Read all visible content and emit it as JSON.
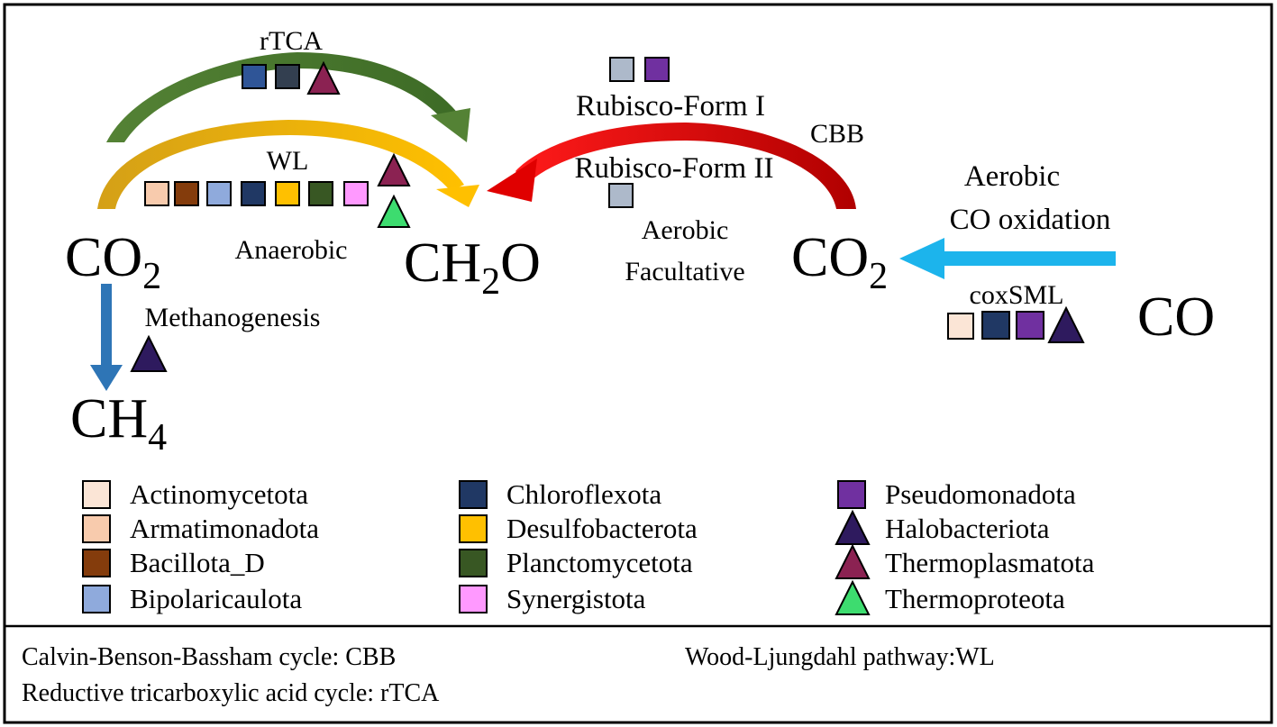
{
  "pathways": {
    "rtca": "rTCA",
    "wl": "WL",
    "rubisco_form_1": "Rubisco-Form I",
    "rubisco_form_2": "Rubisco-Form II",
    "cbb": "CBB",
    "aerobic_co_line1": "Aerobic",
    "aerobic_co_line2": "CO oxidation",
    "coxsml": "coxSML",
    "methanogenesis": "Methanogenesis"
  },
  "compounds": {
    "co2_left_main": "CO",
    "co2_left_sub": "2",
    "ch2o_a": "CH",
    "ch2o_sub": "2",
    "ch2o_b": "O",
    "co2_right_main": "CO",
    "co2_right_sub": "2",
    "co": "CO",
    "ch4_main": "CH",
    "ch4_sub": "4"
  },
  "conditions": {
    "anaerobic": "Anaerobic",
    "aerobic": "Aerobic",
    "facultative": "Facultative"
  },
  "legend": [
    {
      "label": "Actinomycetota",
      "shape": "square",
      "color": "#fbe5d6"
    },
    {
      "label": "Armatimonadota",
      "shape": "square",
      "color": "#f8cbad"
    },
    {
      "label": "Bacillota_D",
      "shape": "square",
      "color": "#843c0c"
    },
    {
      "label": "Bipolaricaulota",
      "shape": "square",
      "color": "#8faadc"
    },
    {
      "label": "Chloroflexota",
      "shape": "square",
      "color": "#203864"
    },
    {
      "label": "Desulfobacterota",
      "shape": "square",
      "color": "#ffc000"
    },
    {
      "label": "Planctomycetota",
      "shape": "square",
      "color": "#385723"
    },
    {
      "label": "Synergistota",
      "shape": "square",
      "color": "#ff99ff"
    },
    {
      "label": "Pseudomonadota",
      "shape": "square",
      "color": "#7030a0"
    },
    {
      "label": "Halobacteriota",
      "shape": "triangle",
      "color": "#2e1a5e"
    },
    {
      "label": "Thermoplasmatota",
      "shape": "triangle",
      "color": "#8b2252"
    },
    {
      "label": "Thermoproteota",
      "shape": "triangle",
      "color": "#3ddc6f"
    }
  ],
  "pathway_members": {
    "rtca": [
      "#2f5597",
      "#333f50",
      "#8b2252"
    ],
    "wl": [
      "#f8cbad",
      "#843c0c",
      "#8faadc",
      "#203864",
      "#ffc000",
      "#385723",
      "#ff99ff",
      "#8b2252",
      "#3ddc6f"
    ],
    "rubisco_form_1": [
      "#adb9ca",
      "#7030a0"
    ],
    "rubisco_form_2": [
      "#adb9ca"
    ],
    "coxsml": [
      "#fbe5d6",
      "#203864",
      "#7030a0",
      "#2e1a5e"
    ],
    "methanogenesis": [
      "#2e1a5e"
    ]
  },
  "arrow_colors": {
    "rtca": "#548235",
    "wl": "#daa520",
    "cbb": "#e00000",
    "co_oxidation": "#1cb4ec",
    "methanogenesis": "#2e75b6"
  },
  "footnotes": {
    "cbb": "Calvin-Benson-Bassham cycle: CBB",
    "wl": "Wood-Ljungdahl pathway:WL",
    "rtca": "Reductive tricarboxylic acid cycle: rTCA"
  }
}
